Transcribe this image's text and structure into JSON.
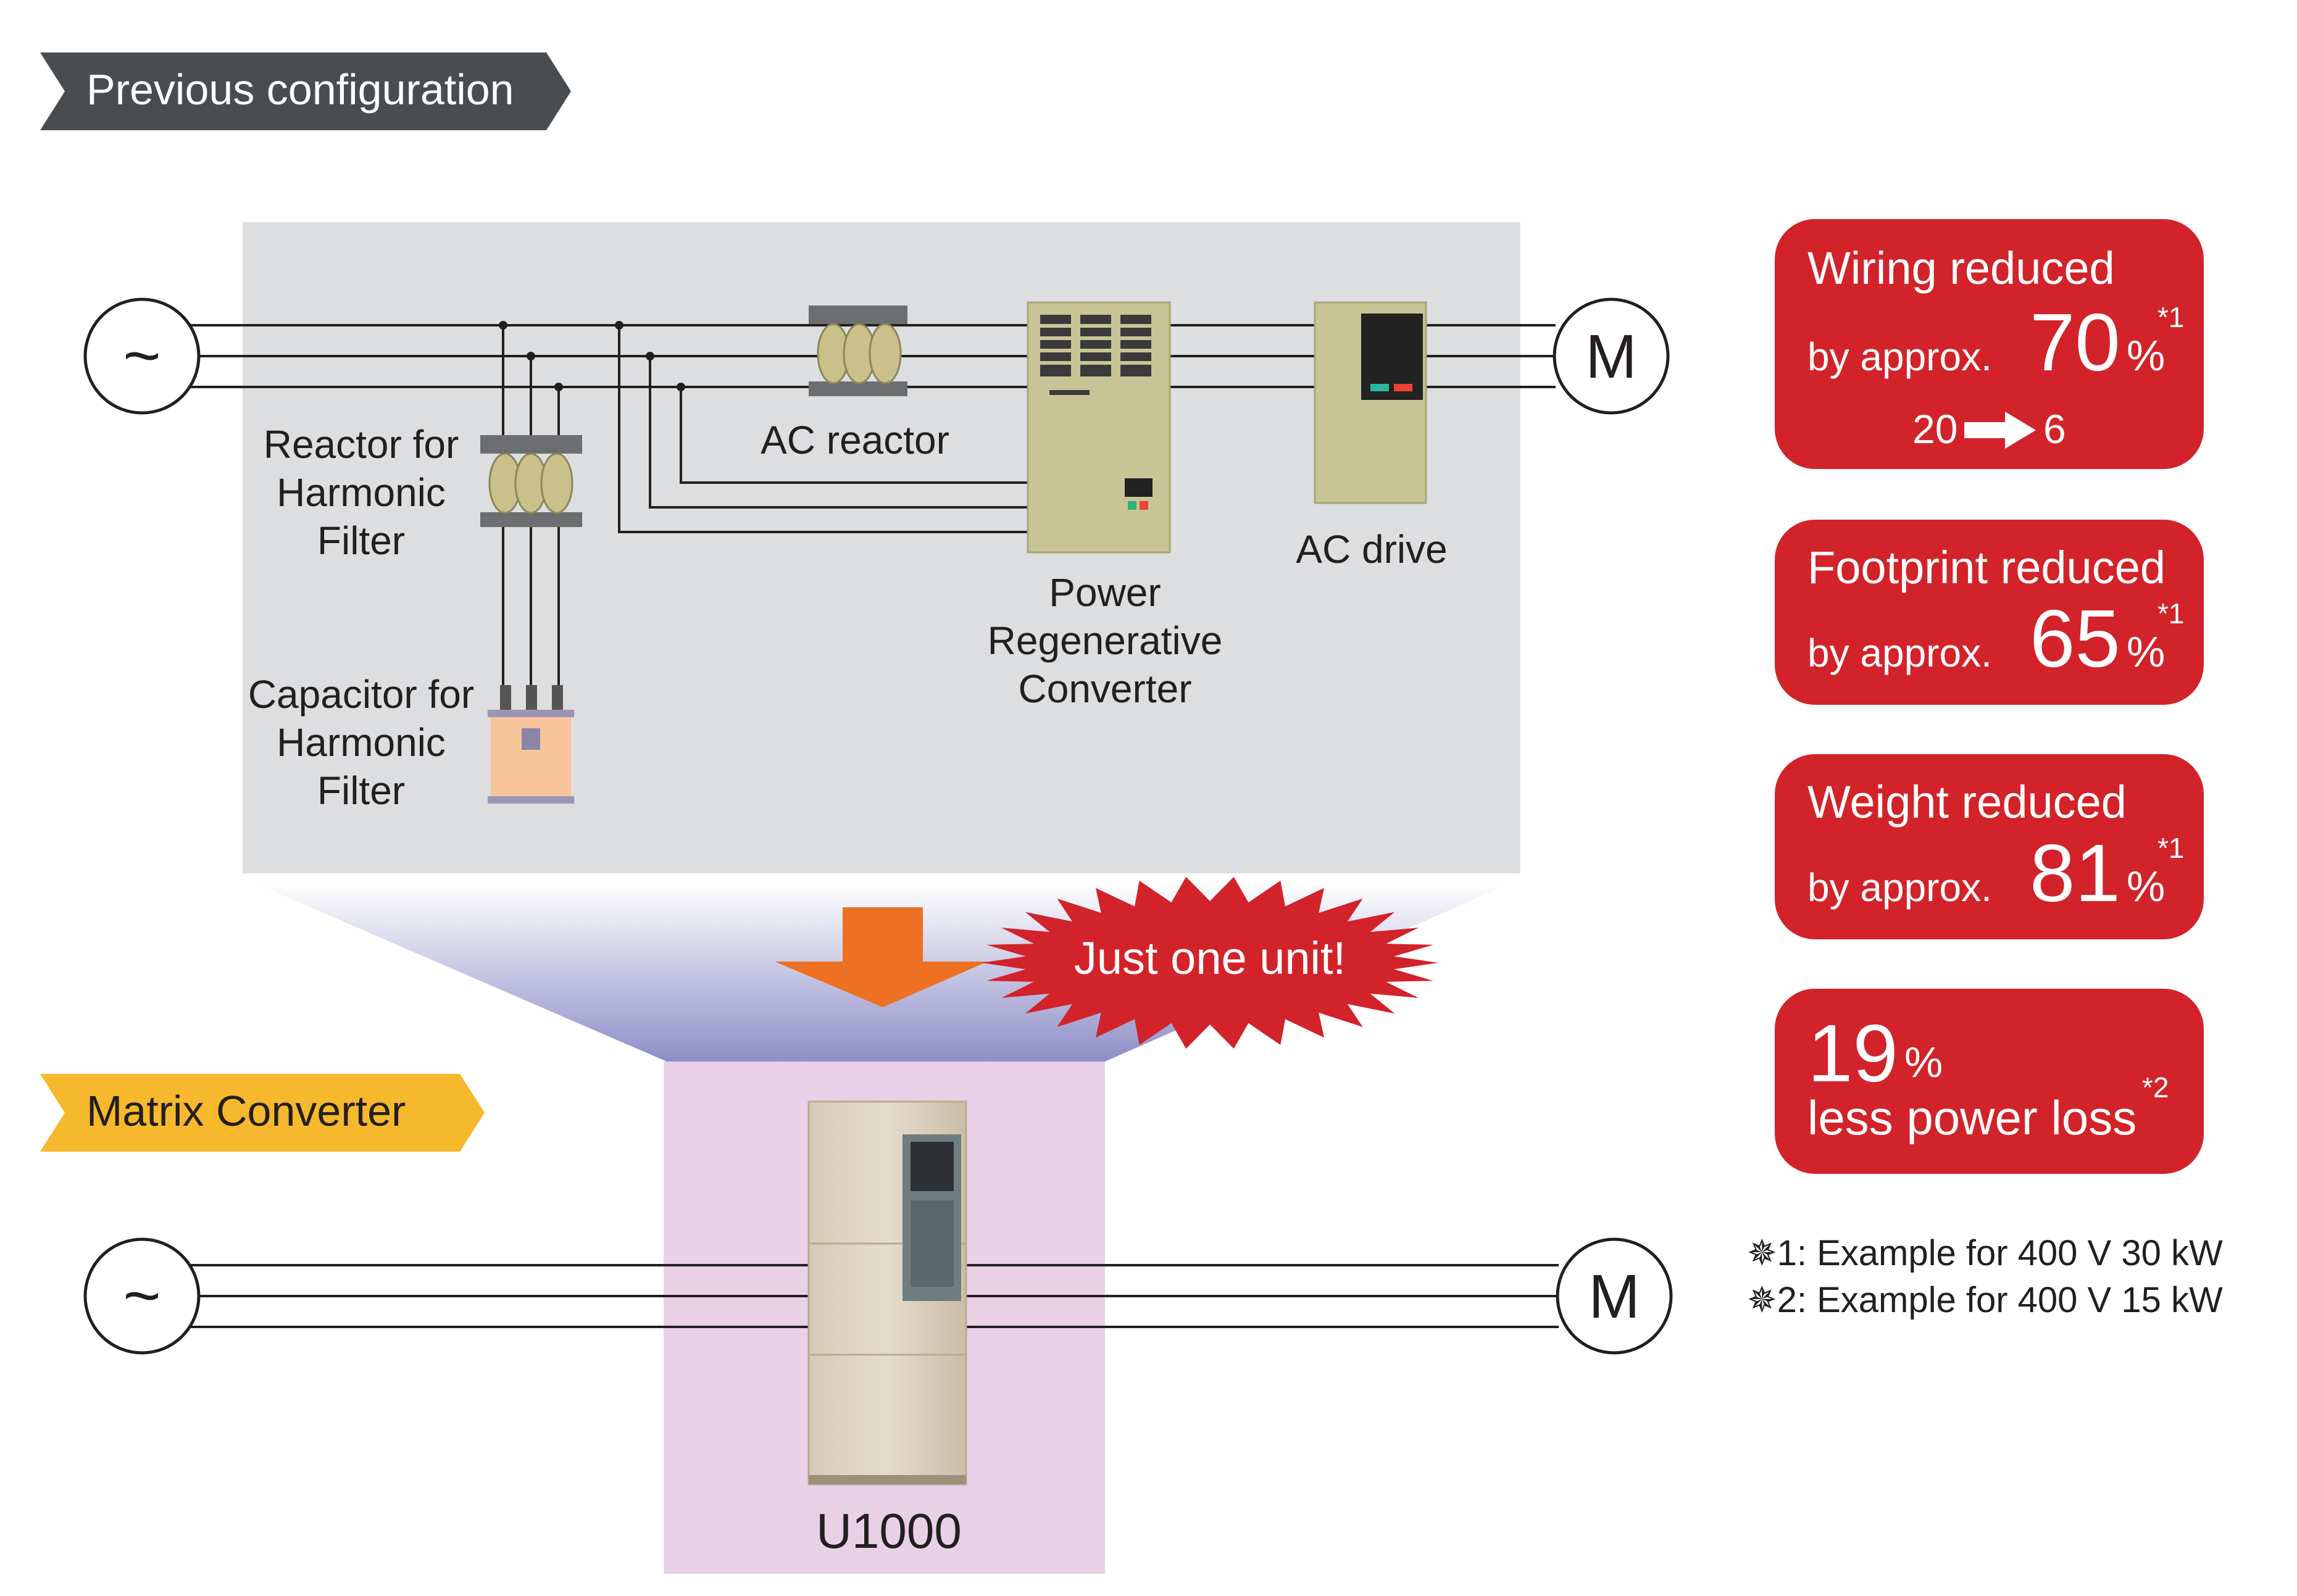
{
  "sections": {
    "previous": "Previous configuration",
    "matrix": "Matrix Converter"
  },
  "components": {
    "reactor_filter": [
      "Reactor for",
      "Harmonic",
      "Filter"
    ],
    "capacitor_filter": [
      "Capacitor for",
      "Harmonic",
      "Filter"
    ],
    "ac_reactor": "AC reactor",
    "power_regen": [
      "Power",
      "Regenerative",
      "Converter"
    ],
    "ac_drive": "AC drive",
    "u1000": "U1000"
  },
  "symbols": {
    "source": "~",
    "motor": "M"
  },
  "callout": "Just one unit!",
  "benefits": {
    "wiring": {
      "line1": "Wiring reduced",
      "prefix": "by approx.",
      "value": "70",
      "unit": "%",
      "note": "*1",
      "from": "20",
      "to": "6"
    },
    "footprint": {
      "line1": "Footprint reduced",
      "prefix": "by approx.",
      "value": "65",
      "unit": "%",
      "note": "*1"
    },
    "weight": {
      "line1": "Weight reduced",
      "prefix": "by approx.",
      "value": "81",
      "unit": "%",
      "note": "*1"
    },
    "loss": {
      "value": "19",
      "unit": "%",
      "note": "*2",
      "line2": "less power loss"
    }
  },
  "footnotes": [
    "✵1: Example for 400 V 30 kW",
    "✵2: Example for 400 V 15 kW"
  ],
  "colors": {
    "benefit_red": "#d2232a",
    "panel_gray": "#dcdedf",
    "section_dark": "#4a4d4f",
    "section_yellow": "#f6b82c",
    "arrow_orange": "#ed7023",
    "equipment_khaki": "#c8c496",
    "unit_pink": "#e8d1e6"
  }
}
